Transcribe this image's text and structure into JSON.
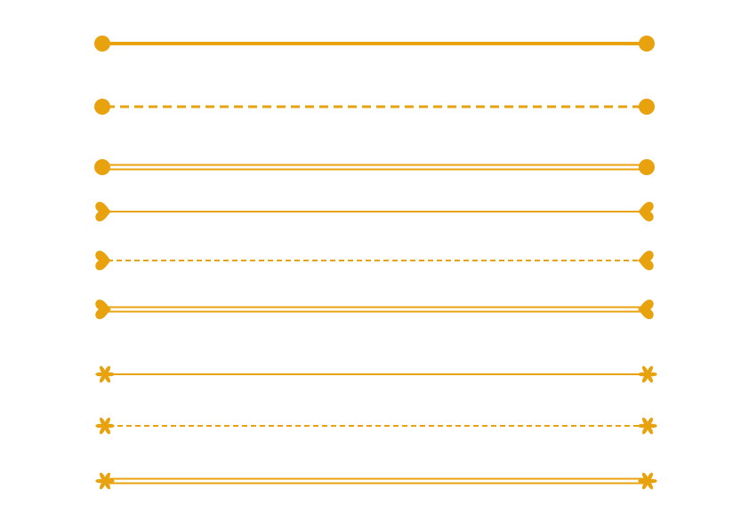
{
  "theme": {
    "accent": "#E8A20E",
    "background": "#FFFFFF"
  },
  "dividers": [
    {
      "name": "divider-dot-solid-thick",
      "line_style": "solid-thick",
      "end_icon": "dot-icon"
    },
    {
      "name": "divider-dot-dashed-thick",
      "line_style": "dashed-thick",
      "end_icon": "dot-icon"
    },
    {
      "name": "divider-dot-double",
      "line_style": "double",
      "end_icon": "dot-icon"
    },
    {
      "name": "divider-heart-solid",
      "line_style": "solid-thin",
      "end_icon": "heart-icon"
    },
    {
      "name": "divider-heart-dashed",
      "line_style": "dashed-thin",
      "end_icon": "heart-icon"
    },
    {
      "name": "divider-heart-double",
      "line_style": "double",
      "end_icon": "heart-icon"
    },
    {
      "name": "divider-asterisk-solid",
      "line_style": "solid-thin",
      "end_icon": "asterisk-icon"
    },
    {
      "name": "divider-asterisk-dashed",
      "line_style": "dashed-thin",
      "end_icon": "asterisk-icon"
    },
    {
      "name": "divider-asterisk-double",
      "line_style": "double",
      "end_icon": "asterisk-icon"
    }
  ]
}
